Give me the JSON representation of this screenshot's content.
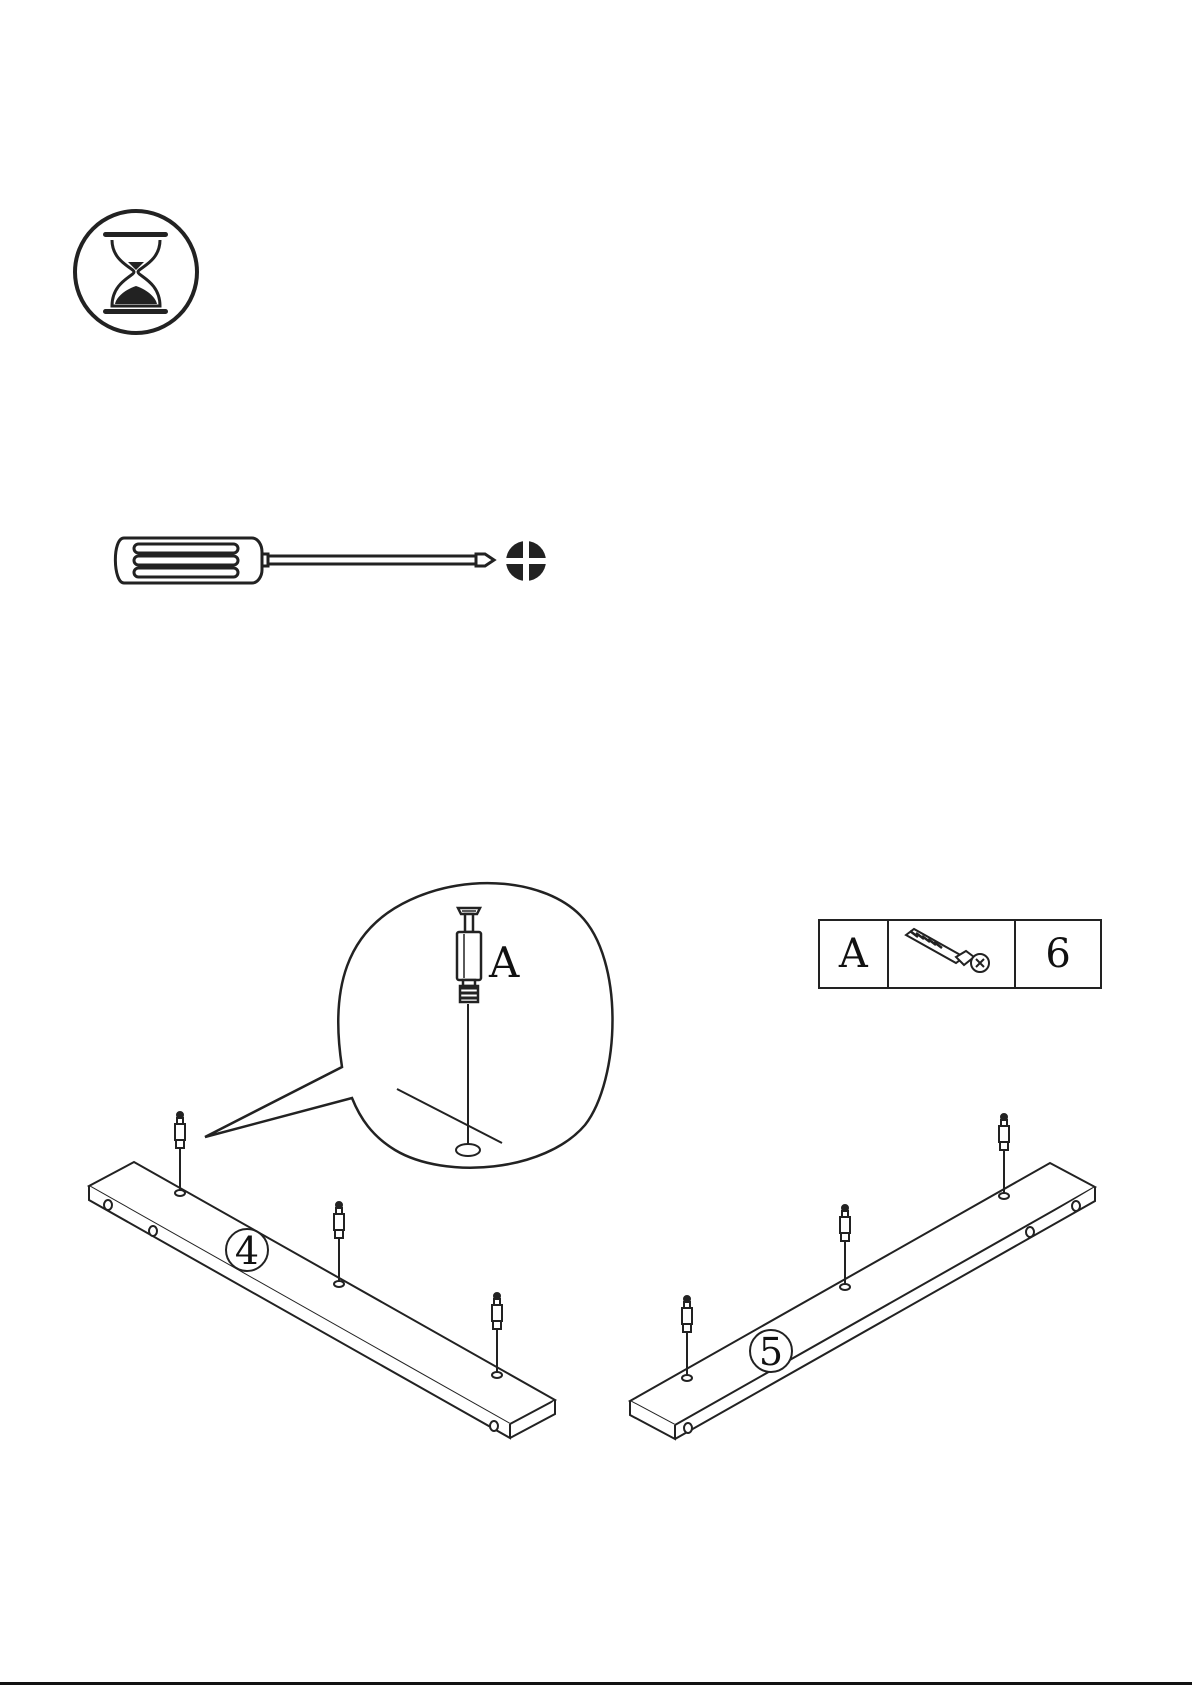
{
  "callout": {
    "part_label": "A"
  },
  "hardware": {
    "code": "A",
    "quantity": "6",
    "icon": "cam-bolt-icon"
  },
  "panels": [
    {
      "number": "4"
    },
    {
      "number": "5"
    }
  ],
  "icons": {
    "time": "hourglass-icon",
    "tool": "screwdriver-icon",
    "tip": "phillips-head-icon"
  }
}
